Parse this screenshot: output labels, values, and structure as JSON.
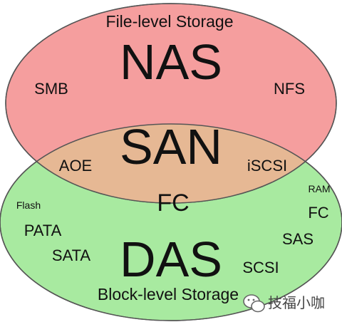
{
  "colors": {
    "nas_fill": "#f59e9e",
    "das_fill": "#a8eaa0",
    "overlap_fill": "#e6b894",
    "outline": "#555555",
    "text": "#111111"
  },
  "nas": {
    "caption": "File-level Storage",
    "title": "NAS",
    "protocols": [
      "SMB",
      "NFS"
    ]
  },
  "san": {
    "title": "SAN",
    "protocols": [
      "AOE",
      "iSCSI",
      "FC"
    ]
  },
  "das": {
    "caption": "Block-level Storage",
    "title": "DAS",
    "protocols_left": [
      "Flash",
      "PATA",
      "SATA"
    ],
    "protocols_right": [
      "RAM",
      "FC",
      "SAS",
      "SCSI"
    ]
  },
  "watermark": {
    "text": "技福小咖",
    "icon": "wechat-icon"
  }
}
